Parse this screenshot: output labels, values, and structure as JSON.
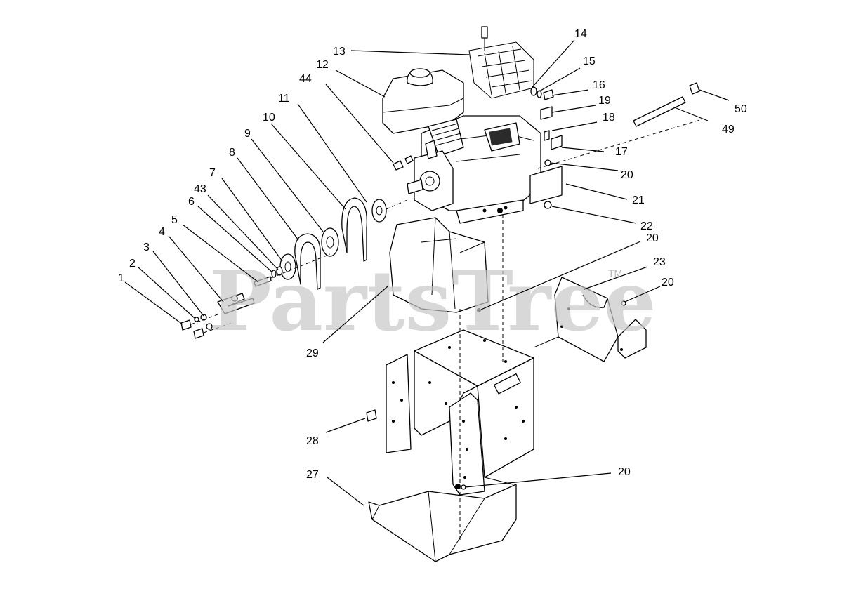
{
  "watermark": {
    "text": "PartsTree",
    "trademark": "TM"
  },
  "callouts": [
    {
      "id": "13",
      "label": "13"
    },
    {
      "id": "14",
      "label": "14"
    },
    {
      "id": "15",
      "label": "15"
    },
    {
      "id": "12",
      "label": "12"
    },
    {
      "id": "44",
      "label": "44"
    },
    {
      "id": "16",
      "label": "16"
    },
    {
      "id": "19",
      "label": "19"
    },
    {
      "id": "50",
      "label": "50"
    },
    {
      "id": "11",
      "label": "11"
    },
    {
      "id": "18",
      "label": "18"
    },
    {
      "id": "10",
      "label": "10"
    },
    {
      "id": "49",
      "label": "49"
    },
    {
      "id": "9",
      "label": "9"
    },
    {
      "id": "17",
      "label": "17"
    },
    {
      "id": "8",
      "label": "8"
    },
    {
      "id": "20a",
      "label": "20"
    },
    {
      "id": "7",
      "label": "7"
    },
    {
      "id": "43",
      "label": "43"
    },
    {
      "id": "6",
      "label": "6"
    },
    {
      "id": "21",
      "label": "21"
    },
    {
      "id": "5",
      "label": "5"
    },
    {
      "id": "4",
      "label": "4"
    },
    {
      "id": "22",
      "label": "22"
    },
    {
      "id": "20b",
      "label": "20"
    },
    {
      "id": "3",
      "label": "3"
    },
    {
      "id": "23",
      "label": "23"
    },
    {
      "id": "2",
      "label": "2"
    },
    {
      "id": "20c",
      "label": "20"
    },
    {
      "id": "1",
      "label": "1"
    },
    {
      "id": "29",
      "label": "29"
    },
    {
      "id": "28",
      "label": "28"
    },
    {
      "id": "20d",
      "label": "20"
    },
    {
      "id": "27",
      "label": "27"
    }
  ]
}
